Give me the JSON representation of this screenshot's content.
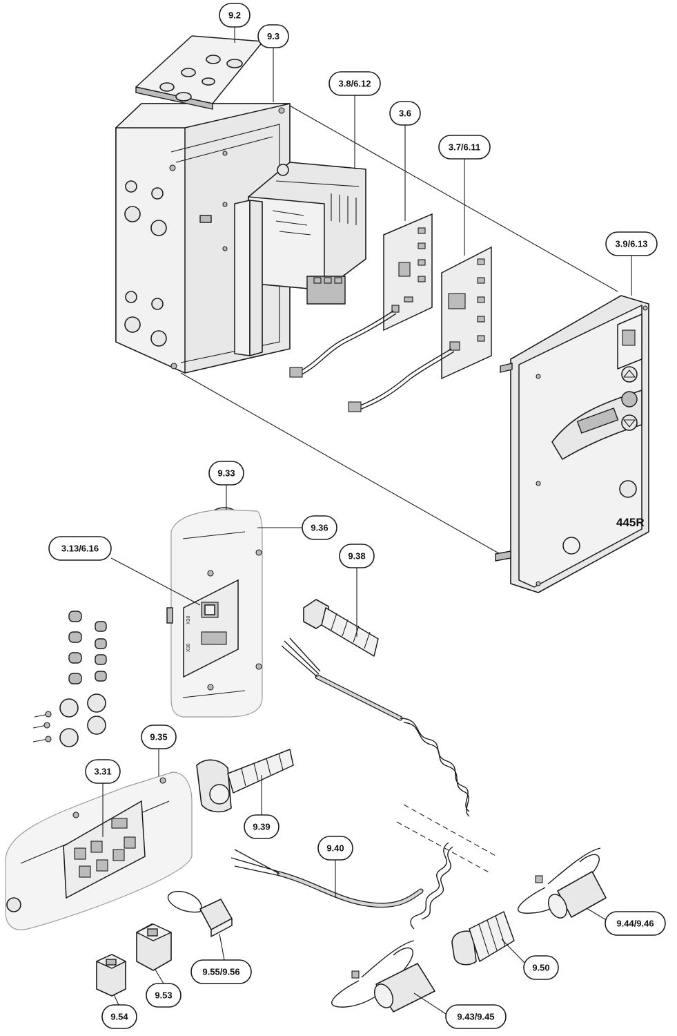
{
  "device_label": "445R",
  "board_labels": [
    "X30",
    "X30"
  ],
  "callouts": [
    {
      "id": "c-9-2",
      "label": "9.2"
    },
    {
      "id": "c-9-3",
      "label": "9.3"
    },
    {
      "id": "c-3-8",
      "label": "3.8/6.12"
    },
    {
      "id": "c-3-6",
      "label": "3.6"
    },
    {
      "id": "c-3-7",
      "label": "3.7/6.11"
    },
    {
      "id": "c-3-9",
      "label": "3.9/6.13"
    },
    {
      "id": "c-9-33",
      "label": "9.33"
    },
    {
      "id": "c-9-36",
      "label": "9.36"
    },
    {
      "id": "c-3-13",
      "label": "3.13/6.16"
    },
    {
      "id": "c-9-38",
      "label": "9.38"
    },
    {
      "id": "c-9-35",
      "label": "9.35"
    },
    {
      "id": "c-3-31",
      "label": "3.31"
    },
    {
      "id": "c-9-39",
      "label": "9.39"
    },
    {
      "id": "c-9-40",
      "label": "9.40"
    },
    {
      "id": "c-9-44",
      "label": "9.44/9.46"
    },
    {
      "id": "c-9-50",
      "label": "9.50"
    },
    {
      "id": "c-9-55",
      "label": "9.55/9.56"
    },
    {
      "id": "c-9-53",
      "label": "9.53"
    },
    {
      "id": "c-9-54",
      "label": "9.54"
    },
    {
      "id": "c-9-43",
      "label": "9.43/9.45"
    }
  ]
}
